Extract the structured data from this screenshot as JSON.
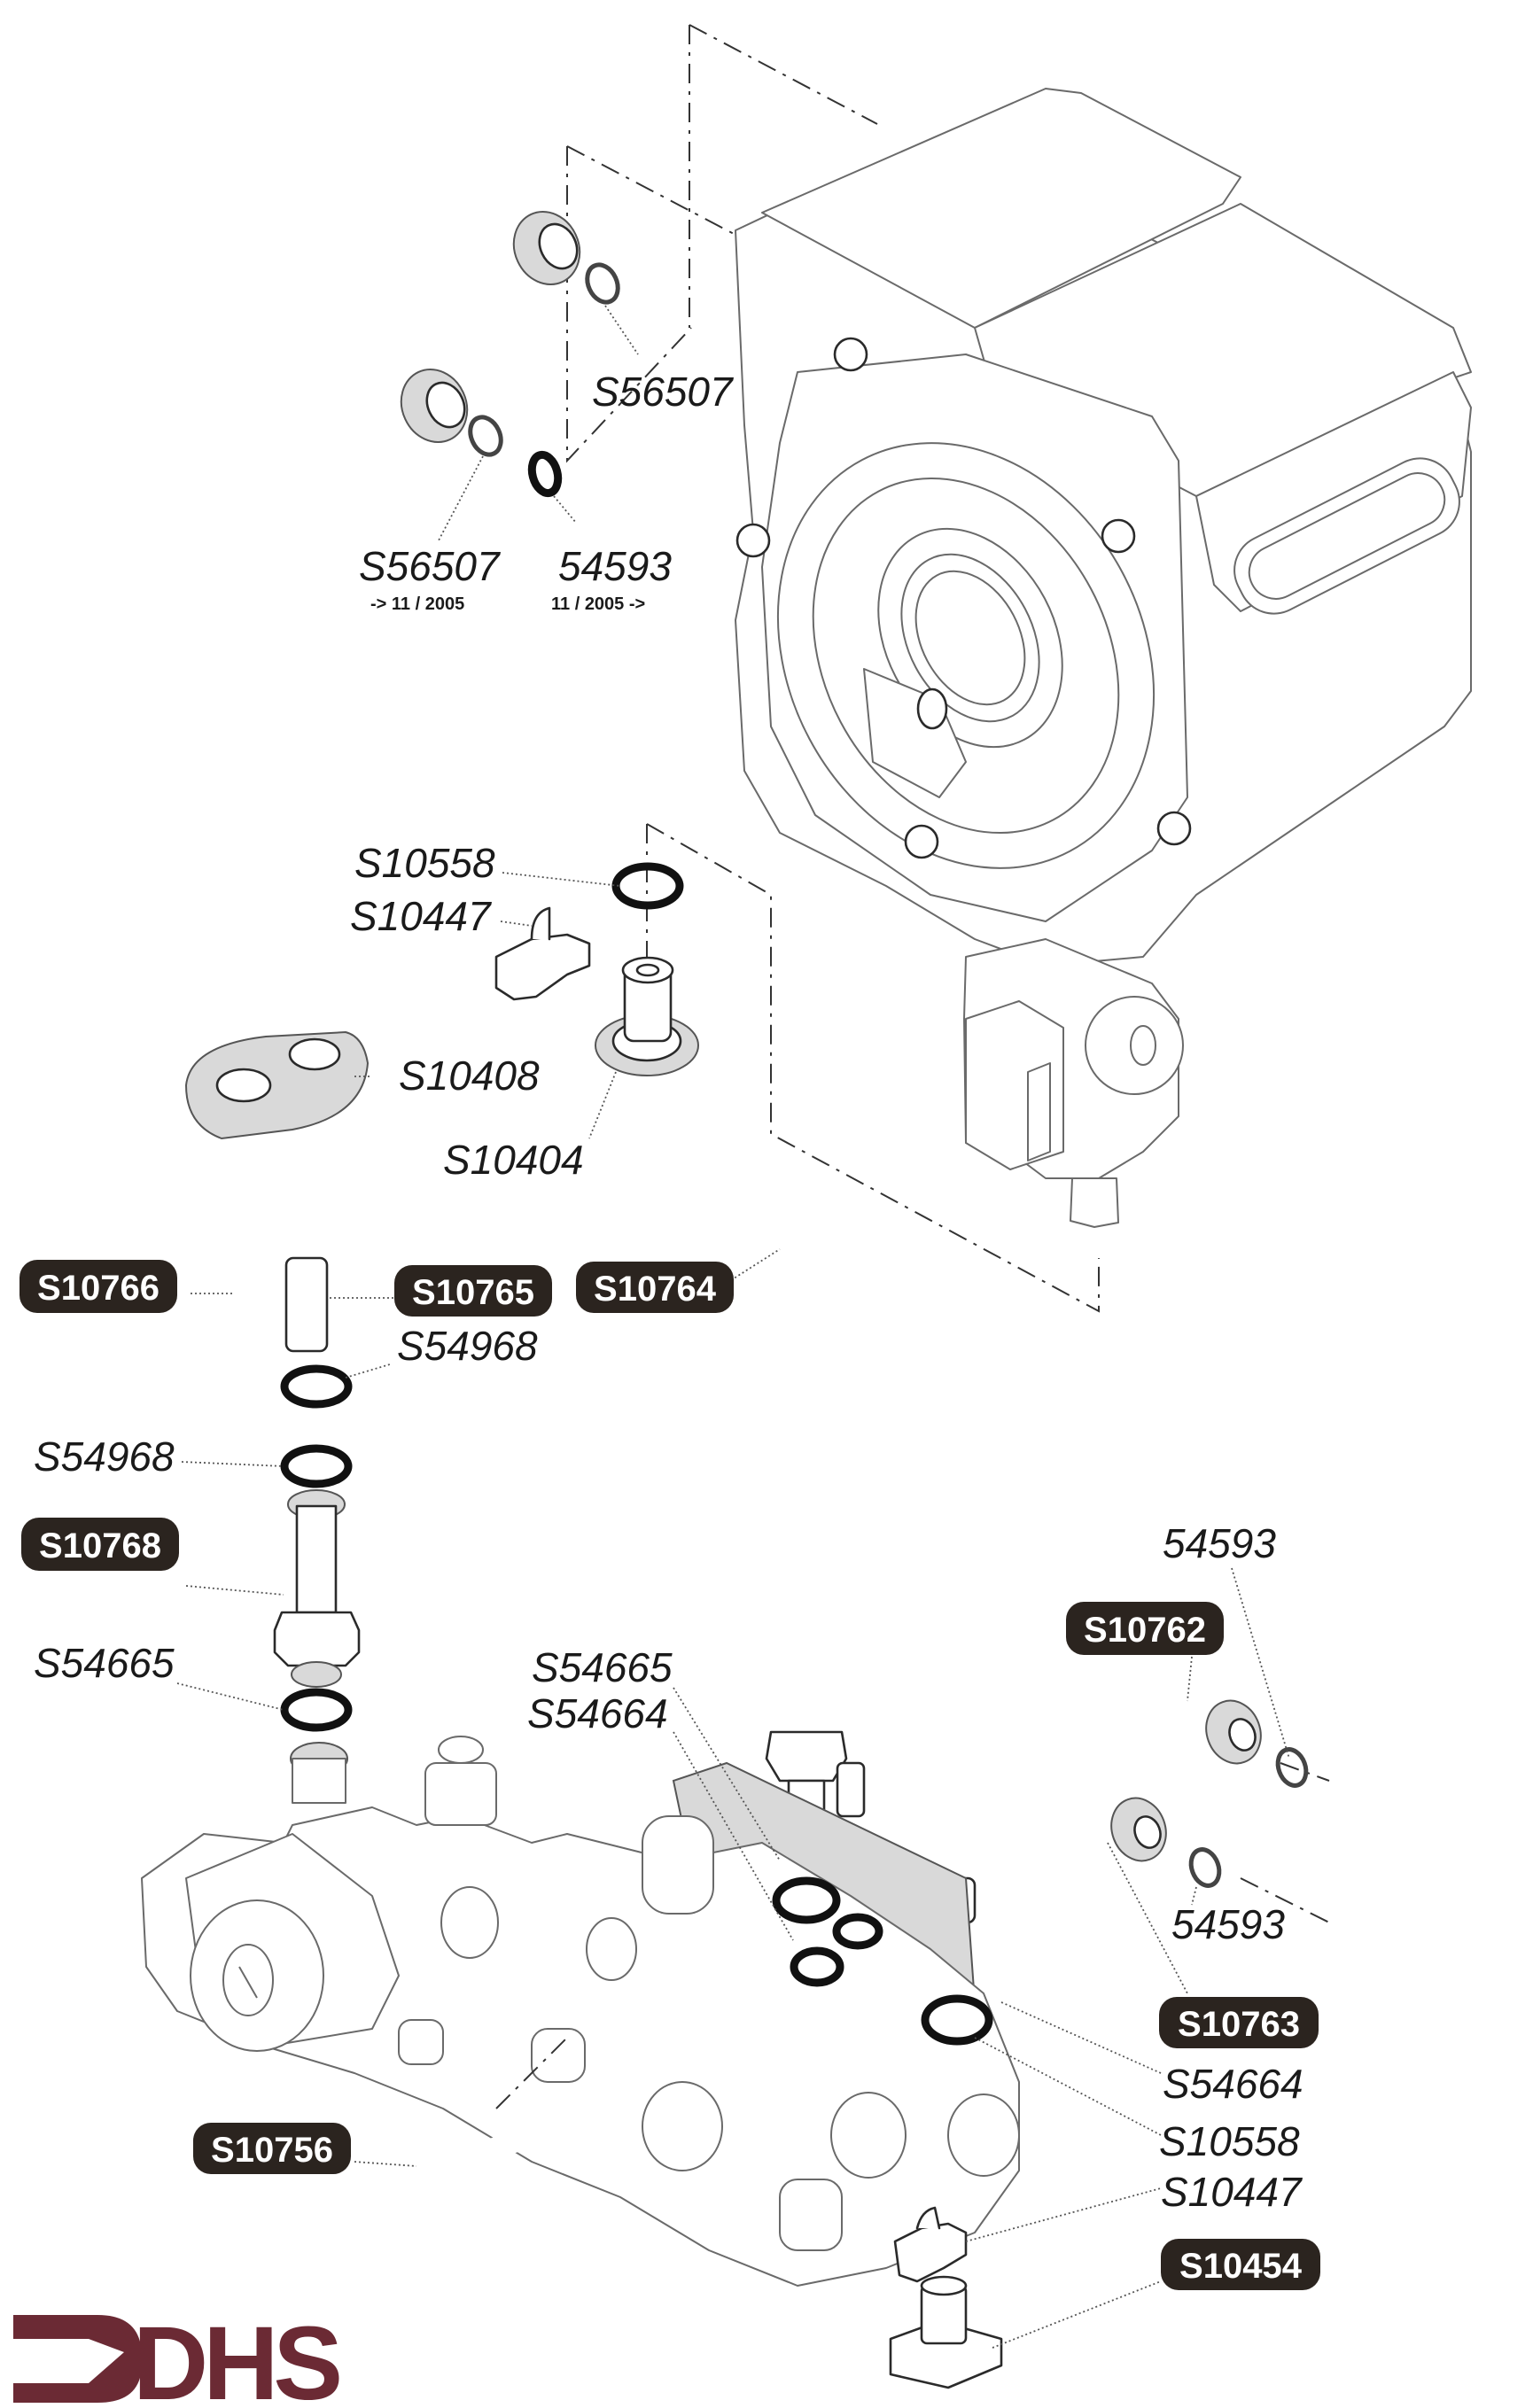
{
  "diagram": {
    "title": "Exploded parts diagram - hydraulic pipework, fan assembly and gas valve",
    "brand": {
      "logo_text": "DHS",
      "color": "#6b2a34"
    },
    "colors": {
      "badge_background": "#2b241f",
      "badge_text": "#ffffff",
      "line_art": "#2a2a2a"
    },
    "callouts": [
      {
        "id": "S56507-top",
        "part_number": "S56507",
        "style": "plain",
        "note": ""
      },
      {
        "id": "S56507-pre",
        "part_number": "S56507",
        "style": "plain",
        "note": "-> 11 / 2005"
      },
      {
        "id": "54593-post",
        "part_number": "54593",
        "style": "plain",
        "note": "11 / 2005 ->"
      },
      {
        "id": "S10558-top",
        "part_number": "S10558",
        "style": "plain",
        "note": ""
      },
      {
        "id": "S10447-top",
        "part_number": "S10447",
        "style": "plain",
        "note": ""
      },
      {
        "id": "S10408",
        "part_number": "S10408",
        "style": "plain",
        "note": ""
      },
      {
        "id": "S10404",
        "part_number": "S10404",
        "style": "plain",
        "note": ""
      },
      {
        "id": "S10766",
        "part_number": "S10766",
        "style": "badge",
        "note": ""
      },
      {
        "id": "S10765",
        "part_number": "S10765",
        "style": "badge",
        "note": ""
      },
      {
        "id": "S10764",
        "part_number": "S10764",
        "style": "badge",
        "note": ""
      },
      {
        "id": "S54968-right",
        "part_number": "S54968",
        "style": "plain",
        "note": ""
      },
      {
        "id": "S54968-left",
        "part_number": "S54968",
        "style": "plain",
        "note": ""
      },
      {
        "id": "S10768",
        "part_number": "S10768",
        "style": "badge",
        "note": ""
      },
      {
        "id": "S54665-left",
        "part_number": "S54665",
        "style": "plain",
        "note": ""
      },
      {
        "id": "S54665-mid",
        "part_number": "S54665",
        "style": "plain",
        "note": ""
      },
      {
        "id": "S54664-mid",
        "part_number": "S54664",
        "style": "plain",
        "note": ""
      },
      {
        "id": "54593-right-top",
        "part_number": "54593",
        "style": "plain",
        "note": ""
      },
      {
        "id": "S10762",
        "part_number": "S10762",
        "style": "badge",
        "note": ""
      },
      {
        "id": "54593-right-bottom",
        "part_number": "54593",
        "style": "plain",
        "note": ""
      },
      {
        "id": "S10763",
        "part_number": "S10763",
        "style": "badge",
        "note": ""
      },
      {
        "id": "S54664-right",
        "part_number": "S54664",
        "style": "plain",
        "note": ""
      },
      {
        "id": "S10558-right",
        "part_number": "S10558",
        "style": "plain",
        "note": ""
      },
      {
        "id": "S10447-right",
        "part_number": "S10447",
        "style": "plain",
        "note": ""
      },
      {
        "id": "S10454",
        "part_number": "S10454",
        "style": "badge",
        "note": ""
      },
      {
        "id": "S10756",
        "part_number": "S10756",
        "style": "badge",
        "note": ""
      }
    ]
  }
}
